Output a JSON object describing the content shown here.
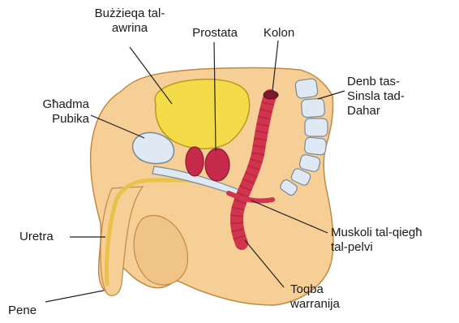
{
  "labels": {
    "bladder": {
      "line1": "Bużżieqa tal-",
      "line2": "awrina"
    },
    "prostate": "Prostata",
    "colon": "Kolon",
    "spine": {
      "line1": "Denb tas-",
      "line2": "Sinsla tad-",
      "line3": "Dahar"
    },
    "pubic_bone": {
      "line1": "Għadma",
      "line2": "Pubika"
    },
    "pelvic_floor": {
      "line1": "Muskoli tal-qiegħ",
      "line2": "tal-pelvi"
    },
    "urethra": "Uretra",
    "anal_sphincter": {
      "line1": "Toqba",
      "line2": "warranija"
    },
    "penis": "Pene"
  },
  "colors": {
    "skin": "#f6cf96",
    "skin_outline": "#c08a45",
    "bladder": "#f3db4a",
    "prostate": "#c62a4a",
    "colon": "#d2344e",
    "bone": "#dfe9f3",
    "leader_line": "#222222"
  }
}
